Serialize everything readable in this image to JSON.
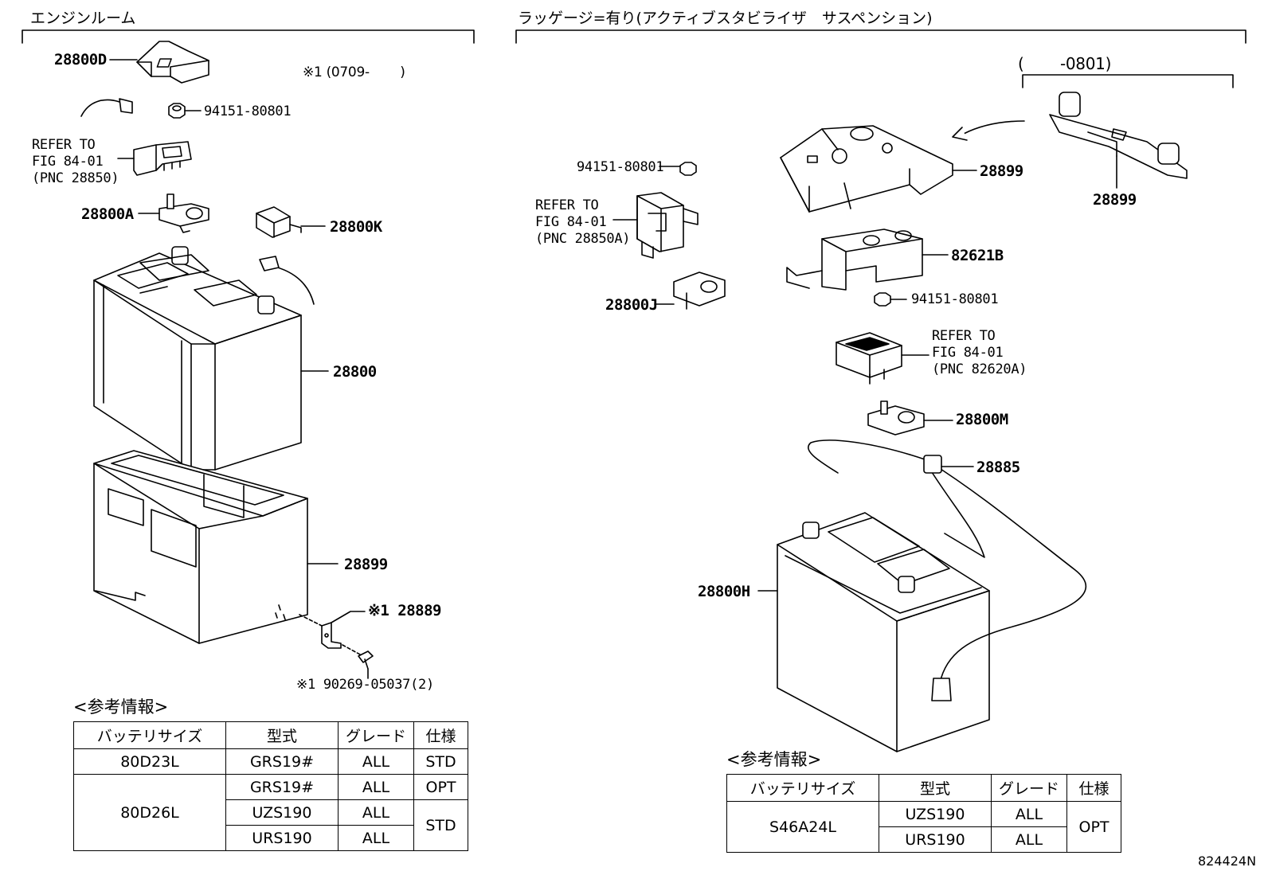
{
  "sections": {
    "left_title": "エンジンルーム",
    "right_title": "ラッゲージ=有り(アクティブスタビライザ　サスペンション)",
    "left_note": "※1 (0709-　　 )",
    "right_note": "(　　 -0801)"
  },
  "labels": {
    "l_28800D": "28800D",
    "l_94151a": "94151-80801",
    "l_ref1": "REFER TO\nFIG 84-01\n(PNC 28850)",
    "l_28800A": "28800A",
    "l_28800K": "28800K",
    "l_28800": "28800",
    "l_28899": "28899",
    "l_28889": "※1 28889",
    "l_90269": "※1 90269-05037(2)",
    "r_94151a": "94151-80801",
    "r_ref1": "REFER TO\nFIG 84-01\n(PNC 28850A)",
    "r_28800J": "28800J",
    "r_28899a": "28899",
    "r_28899b": "28899",
    "r_82621B": "82621B",
    "r_94151b": "94151-80801",
    "r_ref2": "REFER TO\nFIG 84-01\n(PNC 82620A)",
    "r_28800M": "28800M",
    "r_28885": "28885",
    "r_28800H": "28800H"
  },
  "left_table": {
    "title": "<参考情報>",
    "headers": [
      "バッテリサイズ",
      "型式",
      "グレード",
      "仕様"
    ],
    "rows": [
      [
        "80D23L",
        "GRS19#",
        "ALL",
        "STD"
      ],
      [
        "80D26L",
        "GRS19#",
        "ALL",
        "OPT"
      ],
      [
        "",
        "UZS190",
        "ALL",
        "STD"
      ],
      [
        "",
        "URS190",
        "ALL",
        ""
      ]
    ]
  },
  "right_table": {
    "title": "<参考情報>",
    "headers": [
      "バッテリサイズ",
      "型式",
      "グレード",
      "仕様"
    ],
    "rows": [
      [
        "S46A24L",
        "UZS190",
        "ALL",
        "OPT"
      ],
      [
        "",
        "URS190",
        "ALL",
        ""
      ]
    ]
  },
  "figure_number": "824424N"
}
